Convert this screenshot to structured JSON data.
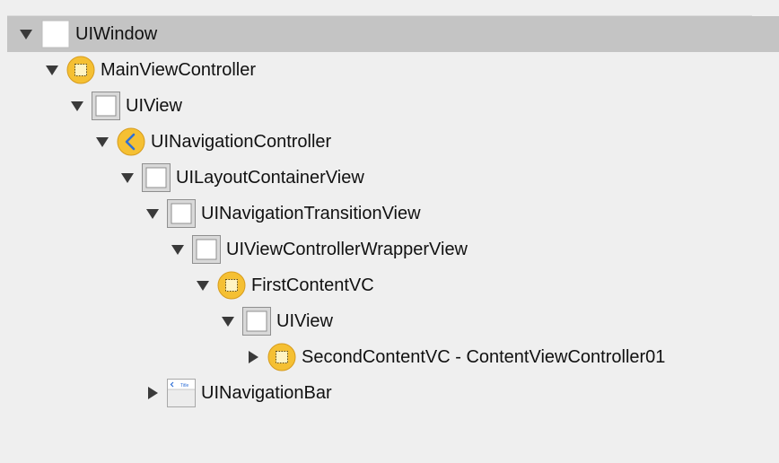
{
  "tree": {
    "nodes": [
      {
        "label": "UIWindow",
        "icon": "view-icon-white",
        "expanded": true,
        "selected": true
      },
      {
        "label": "MainViewController",
        "icon": "viewcontroller-icon",
        "expanded": true
      },
      {
        "label": "UIView",
        "icon": "view-icon",
        "expanded": true
      },
      {
        "label": "UINavigationController",
        "icon": "navigation-controller-icon",
        "expanded": true
      },
      {
        "label": "UILayoutContainerView",
        "icon": "view-icon",
        "expanded": true
      },
      {
        "label": "UINavigationTransitionView",
        "icon": "view-icon",
        "expanded": true
      },
      {
        "label": "UIViewControllerWrapperView",
        "icon": "view-icon",
        "expanded": true
      },
      {
        "label": "FirstContentVC",
        "icon": "viewcontroller-icon",
        "expanded": true
      },
      {
        "label": "UIView",
        "icon": "view-icon",
        "expanded": true
      },
      {
        "label": "SecondContentVC - ContentViewController01",
        "icon": "viewcontroller-icon",
        "expanded": false
      },
      {
        "label": "UINavigationBar",
        "icon": "navigation-bar-icon",
        "expanded": false
      }
    ],
    "navigation_bar_icon_text": "Title",
    "colors": {
      "selection": "#c4c4c4",
      "background": "#efefef",
      "vc_yellow": "#f5c033",
      "vc_border": "#d69b1d",
      "nav_blue": "#2f6fd6"
    }
  }
}
